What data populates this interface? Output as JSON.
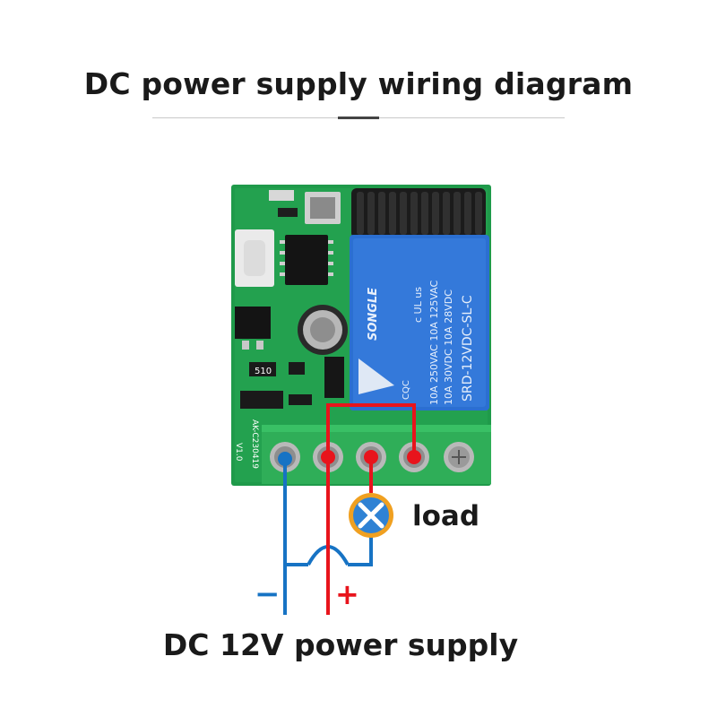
{
  "header": {
    "title": "DC power supply wiring diagram"
  },
  "board": {
    "relay_brand": "SONGLE",
    "relay_model": "SRD-12VDC-SL-C",
    "relay_rating_1": "10A 250VAC  10A 125VAC",
    "relay_rating_2": "10A 30VDC  10A 28VDC",
    "relay_cert": "CQC",
    "relay_ul": "c UL us",
    "board_id": "AK-C230419",
    "board_version": "V1.0",
    "resistor_code": "510"
  },
  "load": {
    "label": "load"
  },
  "terminals": {
    "minus": "−",
    "plus": "+"
  },
  "footer": {
    "caption": "DC 12V power supply"
  },
  "colors": {
    "red_wire": "#e8141c",
    "blue_wire": "#1773c4",
    "pcb": "#1f9a4a",
    "relay": "#2b6fd1",
    "lamp": "#2f82d4",
    "lamp_ring": "#f0a020"
  }
}
